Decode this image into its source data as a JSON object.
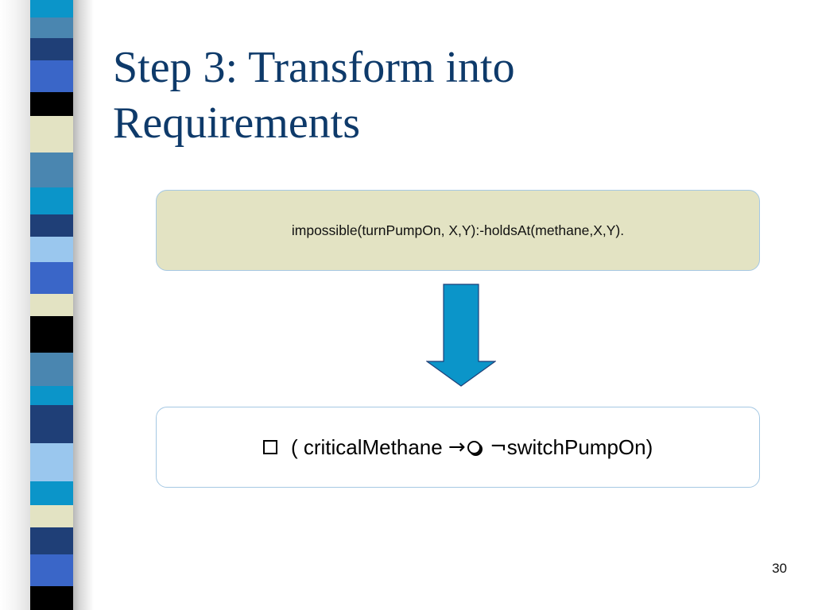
{
  "slide": {
    "title_line1": "Step 3: Transform into",
    "title_line2": "Requirements",
    "top_box_text": "impossible(turnPumpOn, X,Y):-holdsAt(methane,X,Y).",
    "formula": {
      "open": " ( criticalMethane ",
      "implies": "→",
      "not": "¬",
      "rest": "switchPumpOn)"
    },
    "page_number": "30"
  },
  "colors": {
    "title": "#0e3a6a",
    "top_box_fill": "#e3e3c3",
    "box_border": "#a5c8e3",
    "arrow_fill": "#0b95c9",
    "strip_colors": [
      "#0b95c9",
      "#4a86b0",
      "#1f3f77",
      "#3a66c8",
      "#000000",
      "#e3e3c3",
      "#9ac7ee"
    ]
  },
  "icons": {
    "arrow": "down-arrow-icon",
    "always": "box-always-operator",
    "next": "circle-next-operator"
  }
}
